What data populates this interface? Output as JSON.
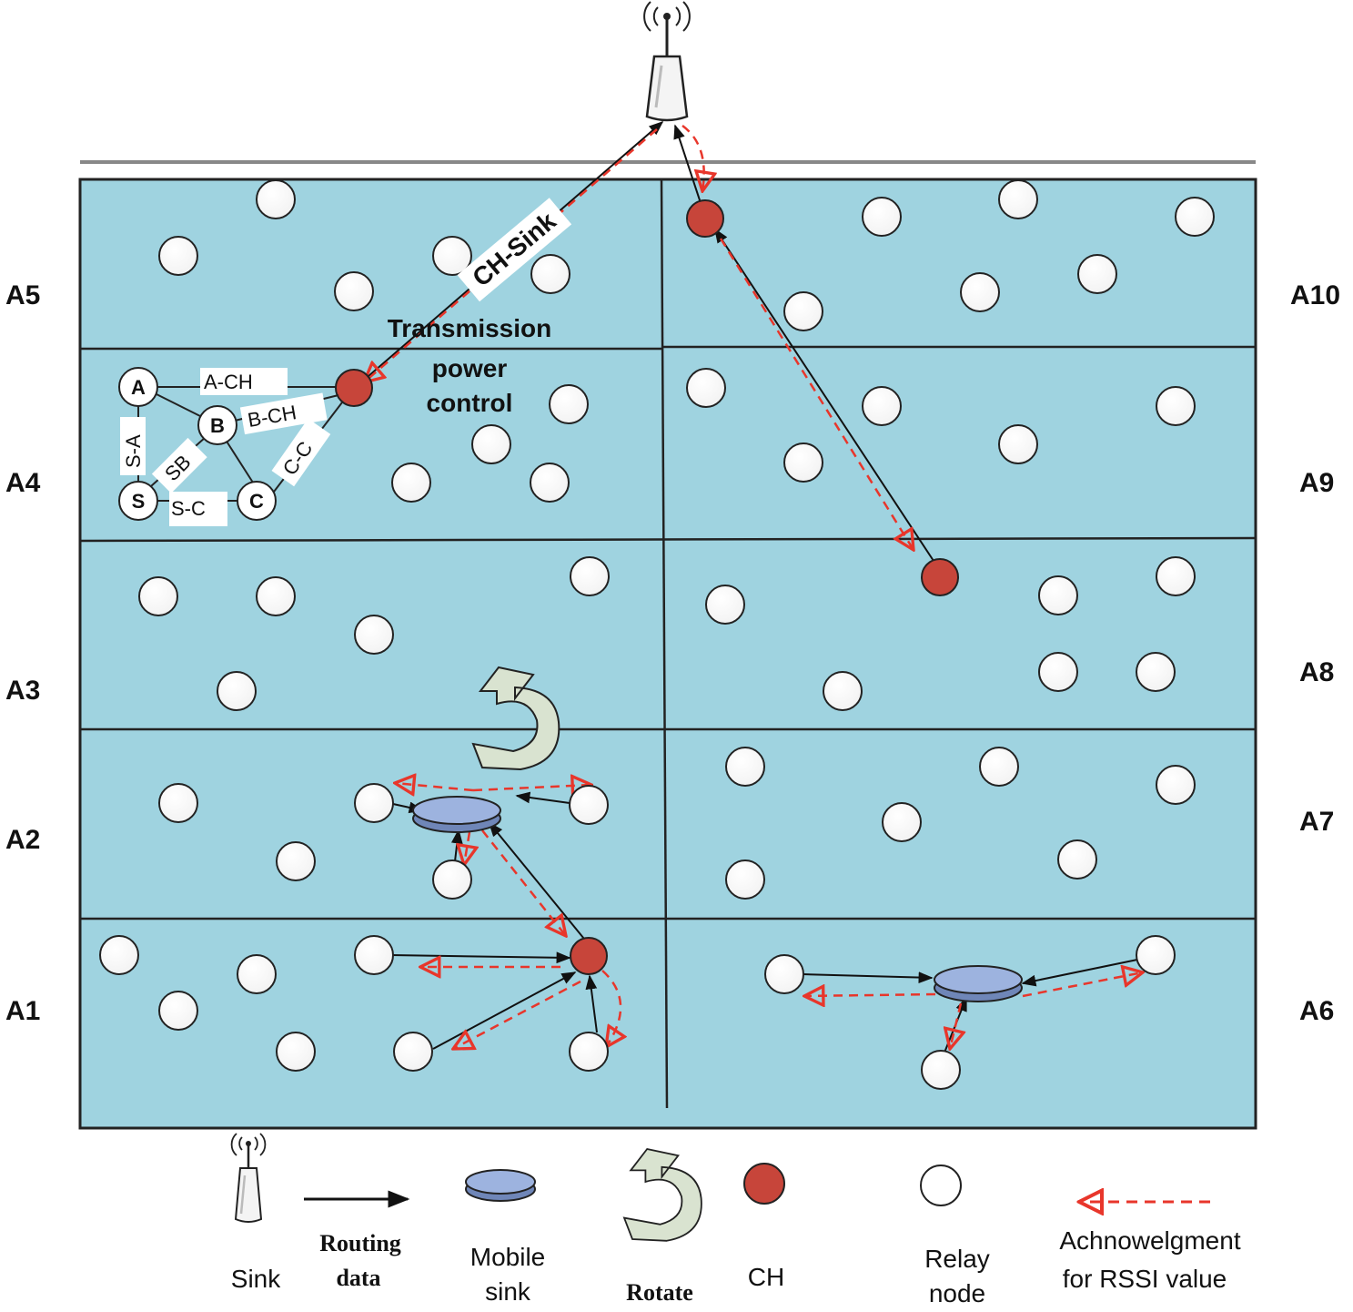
{
  "colors": {
    "field": "#9fd3e0",
    "ch": "#c7453a",
    "relay": "#ffffff",
    "mobile_sink": "#9db3df",
    "rotate": "#d9e3d0",
    "ack": "#e8362b",
    "routing": "#111111"
  },
  "areas": {
    "a1": "A1",
    "a2": "A2",
    "a3": "A3",
    "a4": "A4",
    "a5": "A5",
    "a6": "A6",
    "a7": "A7",
    "a8": "A8",
    "a9": "A9",
    "a10": "A10"
  },
  "annotations": {
    "ch_sink": "CH-Sink",
    "tpc_line1": "Transmission",
    "tpc_line2": "power",
    "tpc_line3": "control"
  },
  "cluster": {
    "nodes": {
      "a": "A",
      "b": "B",
      "c": "C",
      "s": "S"
    },
    "edges": {
      "a_ch": "A-CH",
      "b_ch": "B-CH",
      "c_ch": "C-C",
      "s_a": "S-A",
      "s_b": "SB",
      "s_c": "S-C"
    }
  },
  "legend": {
    "sink": "Sink",
    "routing_line1": "Routing",
    "routing_line2": "data",
    "mobile_line1": "Mobile",
    "mobile_line2": "sink",
    "rotate": "Rotate",
    "ch": "CH",
    "relay_line1": "Relay",
    "relay_line2": "node",
    "ack_line1": "Achnowelgment",
    "ack_line2": "for RSSI value"
  },
  "icons": {
    "sink": "antenna-tower-icon",
    "mobile_sink": "disc-icon",
    "rotate": "rotate-arrow-icon",
    "ch": "filled-circle-icon",
    "relay": "hollow-circle-icon"
  }
}
